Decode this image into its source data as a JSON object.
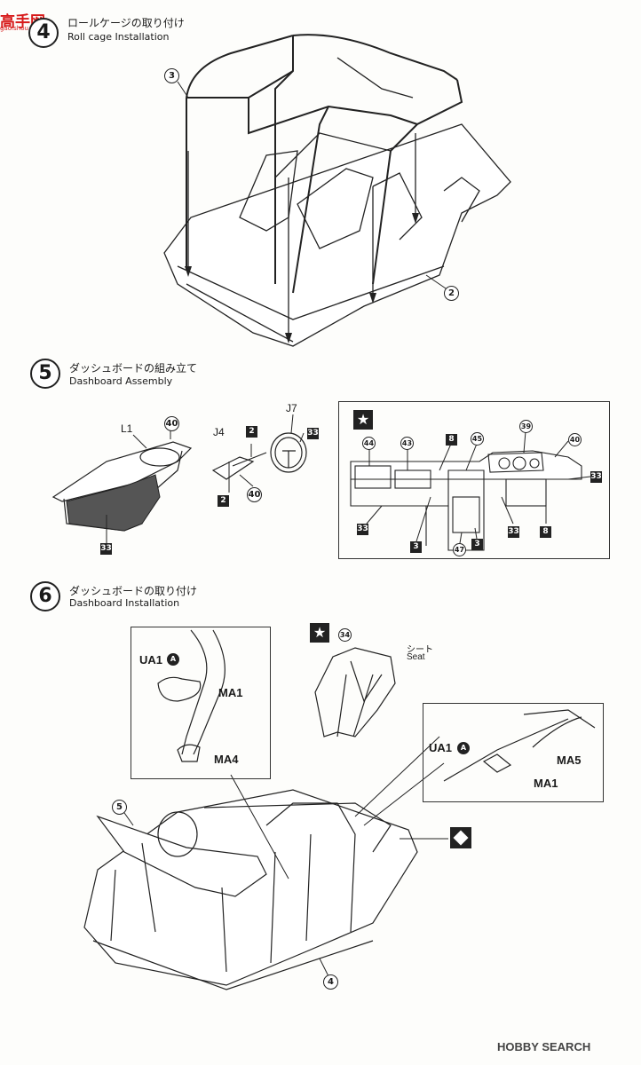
{
  "watermark": {
    "logo_text": "高手网",
    "logo_sub": "gao.shou.com",
    "site": "HOBBY SEARCH"
  },
  "step4": {
    "num": "4",
    "jp": "ロールケージの取り付け",
    "en": "Roll cage Installation",
    "parts": [
      "3",
      "2"
    ]
  },
  "step5": {
    "num": "5",
    "jp": "ダッシュボードの組み立て",
    "en": "Dashboard Assembly",
    "left": {
      "L1": "L1",
      "J4": "J4",
      "J7": "J7",
      "c40a": "40",
      "c40b": "40",
      "s2a": "2",
      "s2b": "2",
      "s33a": "33",
      "s33b": "33"
    },
    "detail": {
      "star": "★",
      "c44": "44",
      "c43": "43",
      "s8a": "8",
      "c45": "45",
      "c39": "39",
      "c40": "40",
      "s33a": "33",
      "s33b": "33",
      "s3a": "3",
      "c47": "47",
      "s3b": "3",
      "s33c": "33",
      "s8b": "8"
    }
  },
  "step6": {
    "num": "6",
    "jp": "ダッシュボードの取り付け",
    "en": "Dashboard Installation",
    "box1": {
      "ua1": "UA1",
      "a": "A",
      "ma1": "MA1",
      "ma4": "MA4"
    },
    "seat": {
      "star": "★",
      "c34": "34",
      "jp": "シート",
      "en": "Seat"
    },
    "box2": {
      "ua1": "UA1",
      "a": "A",
      "ma5": "MA5",
      "ma1": "MA1"
    },
    "parts": [
      "5",
      "4"
    ]
  }
}
